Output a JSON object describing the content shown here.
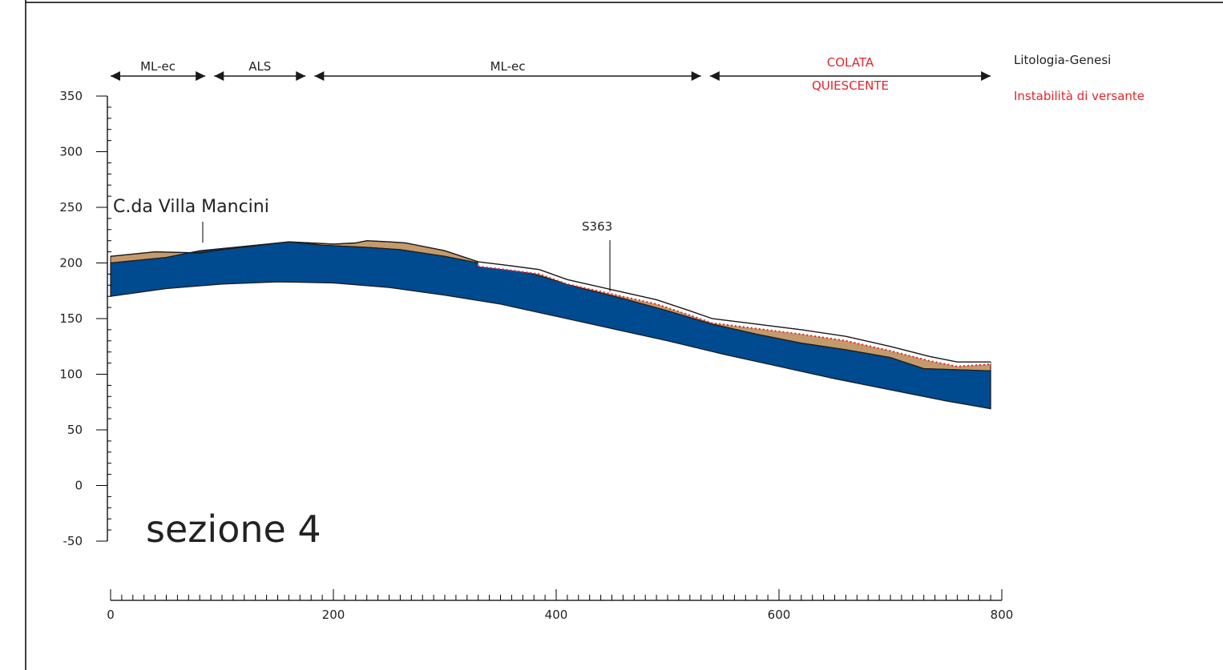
{
  "section_title": "sezione 4",
  "locality_label": "C.da Villa Mancini",
  "borehole_label": "S363",
  "legend": {
    "lithology": "Litologia-Genesi",
    "instability": "Instabilità di versante"
  },
  "zones": [
    {
      "label": "ML-ec",
      "from": 0,
      "to": 85
    },
    {
      "label": "ALS",
      "from": 93,
      "to": 175
    },
    {
      "label": "ML-ec",
      "from": 183,
      "to": 530
    },
    {
      "label_lines": [
        "COLATA",
        "QUIESCENTE"
      ],
      "from": 538,
      "to": 790
    }
  ],
  "y_axis": {
    "min": -50,
    "max": 350,
    "ticks": [
      350,
      300,
      250,
      200,
      150,
      100,
      50,
      0,
      -50
    ]
  },
  "x_axis": {
    "min": 0,
    "max": 800,
    "ticks": [
      0,
      200,
      400,
      600,
      800
    ]
  },
  "profile": {
    "blue_top": [
      [
        0,
        200
      ],
      [
        50,
        205
      ],
      [
        80,
        211
      ],
      [
        120,
        215
      ],
      [
        160,
        219
      ],
      [
        190,
        216
      ],
      [
        230,
        214
      ],
      [
        260,
        212
      ],
      [
        300,
        206
      ],
      [
        340,
        198
      ],
      [
        380,
        190
      ],
      [
        420,
        178
      ],
      [
        460,
        168
      ],
      [
        500,
        157
      ],
      [
        540,
        145
      ],
      [
        580,
        136
      ],
      [
        620,
        128
      ],
      [
        660,
        122
      ],
      [
        700,
        115
      ],
      [
        730,
        105
      ],
      [
        790,
        103
      ]
    ],
    "blue_bottom": [
      [
        0,
        170
      ],
      [
        50,
        177
      ],
      [
        100,
        181
      ],
      [
        150,
        183
      ],
      [
        200,
        182
      ],
      [
        250,
        178
      ],
      [
        300,
        171
      ],
      [
        350,
        163
      ],
      [
        400,
        152
      ],
      [
        450,
        141
      ],
      [
        500,
        130
      ],
      [
        550,
        118
      ],
      [
        600,
        107
      ],
      [
        650,
        96
      ],
      [
        700,
        86
      ],
      [
        750,
        76
      ],
      [
        790,
        69
      ]
    ],
    "surface": [
      [
        0,
        206
      ],
      [
        40,
        210
      ],
      [
        80,
        209
      ],
      [
        100,
        212
      ],
      [
        160,
        219
      ],
      [
        200,
        217
      ],
      [
        220,
        218
      ],
      [
        230,
        220
      ],
      [
        250,
        219
      ],
      [
        265,
        218
      ],
      [
        300,
        211
      ],
      [
        330,
        201
      ],
      [
        355,
        198
      ],
      [
        385,
        194
      ],
      [
        410,
        185
      ],
      [
        450,
        176
      ],
      [
        490,
        167
      ],
      [
        520,
        157
      ],
      [
        540,
        150
      ],
      [
        580,
        145
      ],
      [
        620,
        140
      ],
      [
        660,
        134
      ],
      [
        700,
        125
      ],
      [
        735,
        116
      ],
      [
        760,
        111
      ],
      [
        790,
        111
      ]
    ]
  },
  "colors": {
    "bedrock": "#004a8f",
    "cover": "#c49a6c",
    "instability": "#e3262b",
    "ink": "#1a1a1a"
  }
}
